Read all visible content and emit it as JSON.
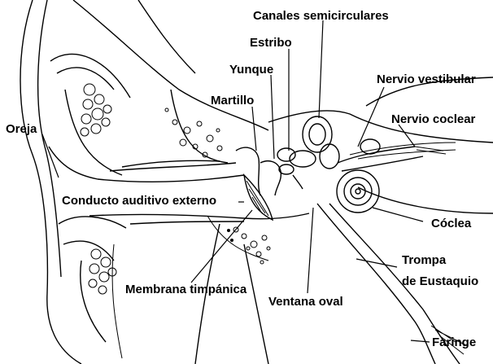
{
  "labels": {
    "canales": "Canales semicirculares",
    "estribo": "Estribo",
    "yunque": "Yunque",
    "martillo": "Martillo",
    "nervio_vestibular": "Nervio vestibular",
    "nervio_coclear": "Nervio coclear",
    "oreja": "Oreja",
    "conducto": "Conducto auditivo externo",
    "coclea": "Cóclea",
    "trompa_1": "Trompa",
    "trompa_2": "de Eustaquio",
    "membrana": "Membrana timpánica",
    "ventana": "Ventana oval",
    "faringe": "Faringe"
  },
  "colors": {
    "ink": "#000000",
    "background": "#ffffff"
  }
}
